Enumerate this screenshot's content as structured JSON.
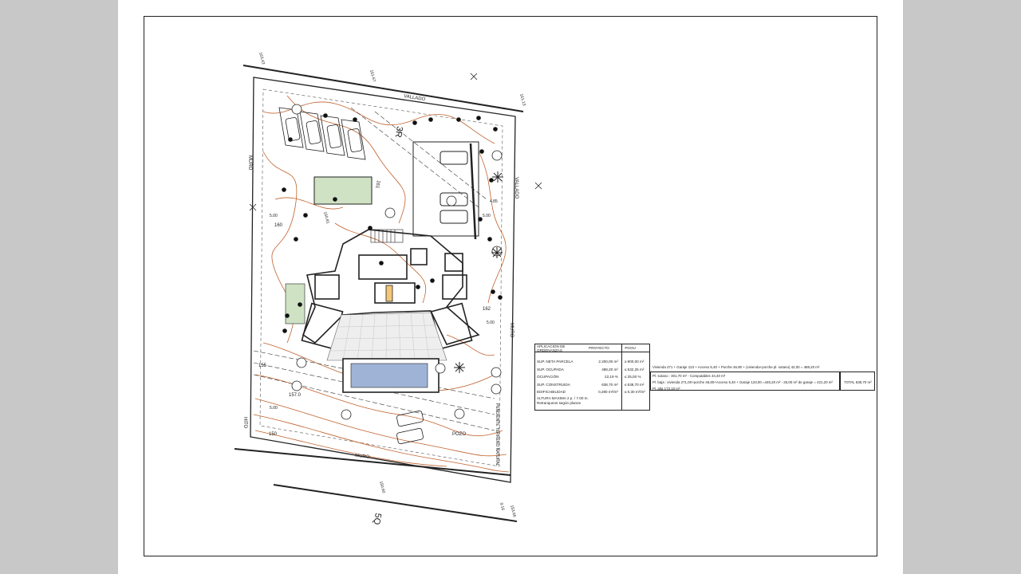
{
  "plan": {
    "labels": {
      "vallado_top": "VALLADO",
      "vallado_right": "VALLADO",
      "muro_left": "MURO",
      "muro_right": "MURO",
      "muro_bottom": "MURO",
      "hito": "HITO",
      "pozo": "POZO",
      "pendiente": "PENDIENTE TERRENO NATURAL",
      "road_3r": "3R",
      "road_5q": "5Q",
      "level_160": "160",
      "level_161": "161",
      "level_162": "162",
      "level_155": "155",
      "level_150": "150",
      "level_157": "157.0",
      "dim_500a": "5.00",
      "dim_500b": "5.00",
      "dim_500c": "5.00",
      "dim_485": "4.85",
      "dim_500d": "5.00",
      "spot_16343": "163.43",
      "spot_16167": "161.67",
      "spot_16113": "161.13",
      "spot_16081": "160.81",
      "spot_15060": "150.60",
      "spot_15366": "153.66",
      "spot_916": "9.16"
    }
  },
  "ordinances": {
    "headers": [
      "APLICACION DE ORDENANZAS",
      "PROYECTO",
      "PGOU"
    ],
    "rows": [
      {
        "label": "SUP. NETA PARCELA",
        "proyecto": "2.200,00 m²",
        "pgou": "≥ 800,00 m²"
      },
      {
        "label": "SUP. OCUPADA",
        "proyecto": "488,20 m²",
        "pgou": "≤ 532,25 m²"
      },
      {
        "label": "OCUPACIÓN",
        "proyecto": "22,19 %",
        "pgou": "≤ 25,00 %"
      },
      {
        "label": "SUP. CONSTRUIDA",
        "proyecto": "638,70 m²",
        "pgou": "≤ 638,70 m²"
      },
      {
        "label": "EDIFICABILIDAD",
        "proyecto": "0,290 m²/m²",
        "pgou": "≤ 0,30 m²/m²"
      }
    ],
    "altura": "ALTURA MAXIMA   2 p. / 7.00 m.",
    "retranqueos": "Retranqueos según planos"
  },
  "notes": {
    "ocupada": "Vivienda 271 + Garaje 123 + Acceso 5,40 + Porche 46,80 + (vivienda+porche pl. sotano) 42,00 = 488,20 m²",
    "sotano": "Pl. sotano : 301,70 m² - Computables  44,40 m²",
    "baja": "Pl. baja : vivienda 271,00+porche 46,80+Acceso 5,40 + Garaje 123,00 =446,20 m²  - 25,00 m² de garaje  = 421,20 m²",
    "alta": "Pl. alta   173,10 m²",
    "total": "TOTAL 638,70 m²"
  },
  "colors": {
    "page_bg": "#c8c8c8",
    "sheet": "#ffffff",
    "line": "#222222",
    "contour": "#c0622d",
    "pool": "#9fb3d6",
    "lawn": "#cfe2c4"
  }
}
